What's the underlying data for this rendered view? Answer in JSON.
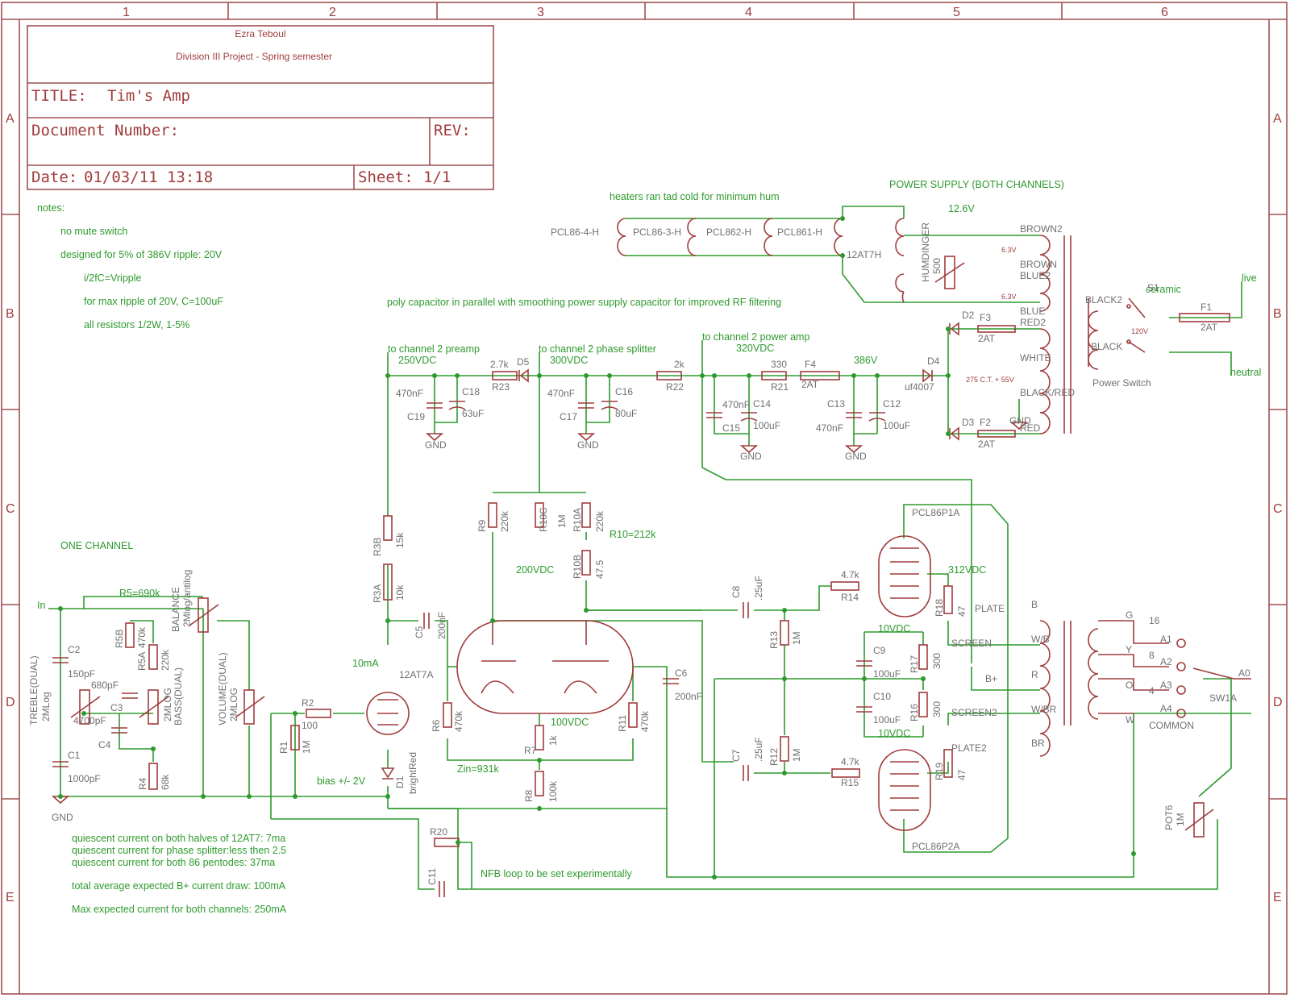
{
  "title_block": {
    "author": "Ezra Teboul",
    "project": "Division III Project - Spring semester",
    "title_label": "TITLE:",
    "title": "Tim's Amp",
    "docnum_label": "Document Number:",
    "rev_label": "REV:",
    "date_label": "Date:",
    "date": "01/03/11 13:18",
    "sheet_label": "Sheet:",
    "sheet": "1/1"
  },
  "grid": {
    "cols": [
      "1",
      "2",
      "3",
      "4",
      "5",
      "6"
    ],
    "rows": [
      "A",
      "B",
      "C",
      "D",
      "E"
    ]
  },
  "notes": [
    "notes:",
    "no mute switch",
    "designed for 5% of 386V ripple: 20V",
    "i/2fC=Vripple",
    "for max ripple of 20V, C=100uF",
    "all resistors 1/2W, 1-5%"
  ],
  "bottom_notes": [
    "quiescent current on both halves of 12AT7: 7ma",
    "quiescent current for phase splitter:less then 2.5",
    "quiescent current for both 86 pentodes: 37ma",
    "total average expected B+ current draw: 100mA",
    "Max expected current for both channels: 250mA"
  ],
  "annotations": {
    "heaters": "heaters ran tad cold for minimum hum",
    "power_supply": "POWER SUPPLY (BOTH CHANNELS)",
    "heater_voltage": "12.6V",
    "poly_cap": "poly capacitor in parallel with smoothing power supply capacitor for improved RF filtering",
    "ch2_preamp": "to channel 2 preamp",
    "v250": "250VDC",
    "ch2_splitter": "to channel 2 phase splitter",
    "v300": "300VDC",
    "ch2_power": "to channel 2 power amp",
    "v320": "320VDC",
    "v386": "386V",
    "one_channel": "ONE CHANNEL",
    "r5": "R5=690k",
    "r10": "R10=212k",
    "v200": "200VDC",
    "v312": "312VDC",
    "v10a": "10VDC",
    "v10b": "10VDC",
    "i10": "10mA",
    "v100": "100VDC",
    "zin": "Zin=931k",
    "bias": "bias +/- 2V",
    "nfb": "NFB loop to be set experimentally",
    "input": "In",
    "live": "live",
    "neutral": "neutral",
    "ceramic": "ceramic"
  },
  "heaters": [
    "PCL86-4-H",
    "PCL86-3-H",
    "PCL862-H",
    "PCL861-H",
    "12AT7H"
  ],
  "labels": {
    "humdinger": "HUMDINGER",
    "hum500": "500",
    "transformer_taps": [
      "BROWN2",
      "BROWN",
      "BLUE2",
      "BLUE",
      "RED2",
      "WHITE",
      "BLACK/RED",
      "RED"
    ],
    "tap_v1": "6.3V",
    "tap_v2": "6.3V",
    "ct": "275 C.T. + 55V",
    "black2": "BLACK2",
    "black": "BLACK",
    "v120": "120V",
    "s1": "S1",
    "f1": "F1",
    "f1v": "2AT",
    "power_switch": "Power Switch",
    "d2": "D2",
    "d3": "D3",
    "d4": "D4",
    "d4v": "uf4007",
    "f2": "F2",
    "f2v": "2AT",
    "f3": "F3",
    "f3v": "2AT",
    "f4": "F4",
    "f4v": "2AT",
    "gnd": "GND",
    "r23": "R23",
    "r23v": "2.7k",
    "d5": "D5",
    "r22": "R22",
    "r22v": "2k",
    "r21": "R21",
    "r21v": "330",
    "c18": "C18",
    "c18v": "63uF",
    "c19": "C19",
    "c19v": "470nF",
    "c16": "C16",
    "c16v": "80uF",
    "c17": "C17",
    "c17v": "470nF",
    "c14": "C14",
    "c14v": "100uF",
    "c15": "C15",
    "c15v": "470nF",
    "c12": "C12",
    "c12v": "100uF",
    "c13": "C13",
    "c13v": "470nF",
    "r3b": "R3B",
    "r3bv": "15k",
    "r3a": "R3A",
    "r3av": "10k",
    "r9": "R9",
    "r9v": "220k",
    "r10c": "R10C",
    "r10cv": "1M",
    "r10a": "R10A",
    "r10av": "220k",
    "r10b": "R10B",
    "r10bv": "47.5",
    "c5": "C5",
    "c5v": "200nF",
    "tube12": "12AT7A",
    "c6": "C6",
    "c6v": "200nF",
    "r6": "R6",
    "r6v": "470k",
    "r7": "R7",
    "r7v": "1k",
    "r8": "R8",
    "r8v": "100k",
    "r11": "R11",
    "r11v": "470k",
    "r2": "R2",
    "r2v": "100",
    "r1": "R1",
    "r1v": "1M",
    "d1": "D1",
    "d1v": "brightRed",
    "c8": "C8",
    "c8v": ".25uF",
    "c7": "C7",
    "c7v": ".25uF",
    "r13": "R13",
    "r13v": "1M",
    "r12": "R12",
    "r12v": "1M",
    "r14": "R14",
    "r14v": "4.7k",
    "r15": "R15",
    "r15v": "4.7k",
    "pcl1": "PCL86P1A",
    "pcl2": "PCL86P2A",
    "r18": "R18",
    "r18v": "47",
    "r19": "R19",
    "r19v": "47",
    "r17": "R17",
    "r17v": "300",
    "r16": "R16",
    "r16v": "300",
    "c9": "C9",
    "c9v": "100uF",
    "c10": "C10",
    "c10v": "100uF",
    "ot_taps": [
      "PLATE",
      "SCREEN",
      "B+",
      "SCREEN2",
      "PLATE2"
    ],
    "ot_letters": [
      "B",
      "W/B",
      "R",
      "W/BR",
      "BR"
    ],
    "sec_taps": [
      "G",
      "Y",
      "O",
      "W"
    ],
    "sec_nums": [
      "16",
      "8",
      "4",
      "COMMON"
    ],
    "sw_pos": [
      "A1",
      "A2",
      "A3",
      "A4",
      "A0"
    ],
    "sw1a": "SW1A",
    "pot6": "POT6",
    "pot6v": "1M",
    "r20": "R20",
    "c11": "C11",
    "treble": "TREBLE(DUAL)",
    "treblev": "2MLog",
    "bass": "BASS(DUAL)",
    "bassv": "2MLOG",
    "balance": "BALANCE",
    "balancev": "2Mlog/antilog",
    "volume": "VOLUME(DUAL)",
    "volumev": "2MLOG",
    "c2": "C2",
    "c2v": "150pF",
    "c3": "C3",
    "c3v": "680pF",
    "c4": "C4",
    "c4v": "4700pF",
    "c1": "C1",
    "c1v": "1000pF",
    "r5b": "R5B",
    "r5a": "R5A",
    "r5av": "470k",
    "r5bv": "220k",
    "r4": "R4",
    "r4v": "68k"
  }
}
